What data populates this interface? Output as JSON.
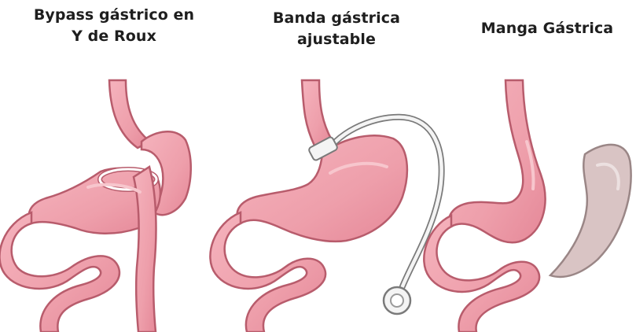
{
  "panels": [
    {
      "title_lines": [
        "Bypass gástrico en",
        "Y de Roux"
      ]
    },
    {
      "title_lines": [
        "Banda  gástrica",
        "ajustable"
      ]
    },
    {
      "title_lines": [
        "Manga Gástrica"
      ]
    }
  ],
  "colors": {
    "stomach_fill": "#ee9fab",
    "stomach_outline": "#b85c6c",
    "stomach_highlight": "#f7c6cd",
    "band_fill": "#f4f4f4",
    "band_outline": "#7a7a7a",
    "removed_fill": "#d9c4c4",
    "removed_outline": "#9a8686",
    "title_text": "#1e1e1e"
  }
}
